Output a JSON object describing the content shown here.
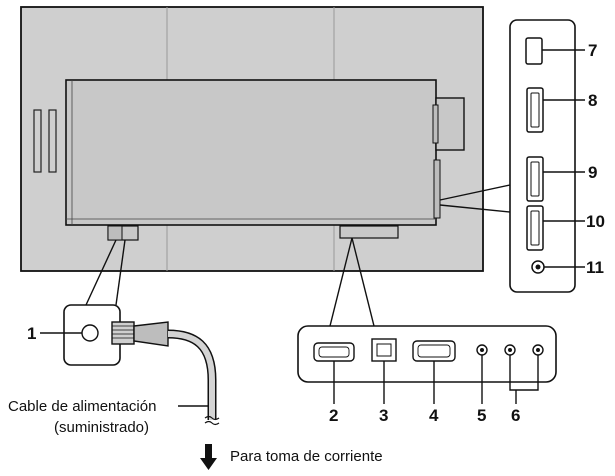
{
  "callouts": {
    "c1": "1",
    "c2": "2",
    "c3": "3",
    "c4": "4",
    "c5": "5",
    "c6": "6",
    "c7": "7",
    "c8": "8",
    "c9": "9",
    "c10": "10",
    "c11": "11"
  },
  "captions": {
    "cable_line1": "Cable de alimentación",
    "cable_line2": "(suministrado)",
    "outlet": "Para toma de corriente"
  },
  "colors": {
    "panel": "#cfcfcf",
    "panel_dark": "#bdbdbd",
    "outline": "#111111"
  }
}
